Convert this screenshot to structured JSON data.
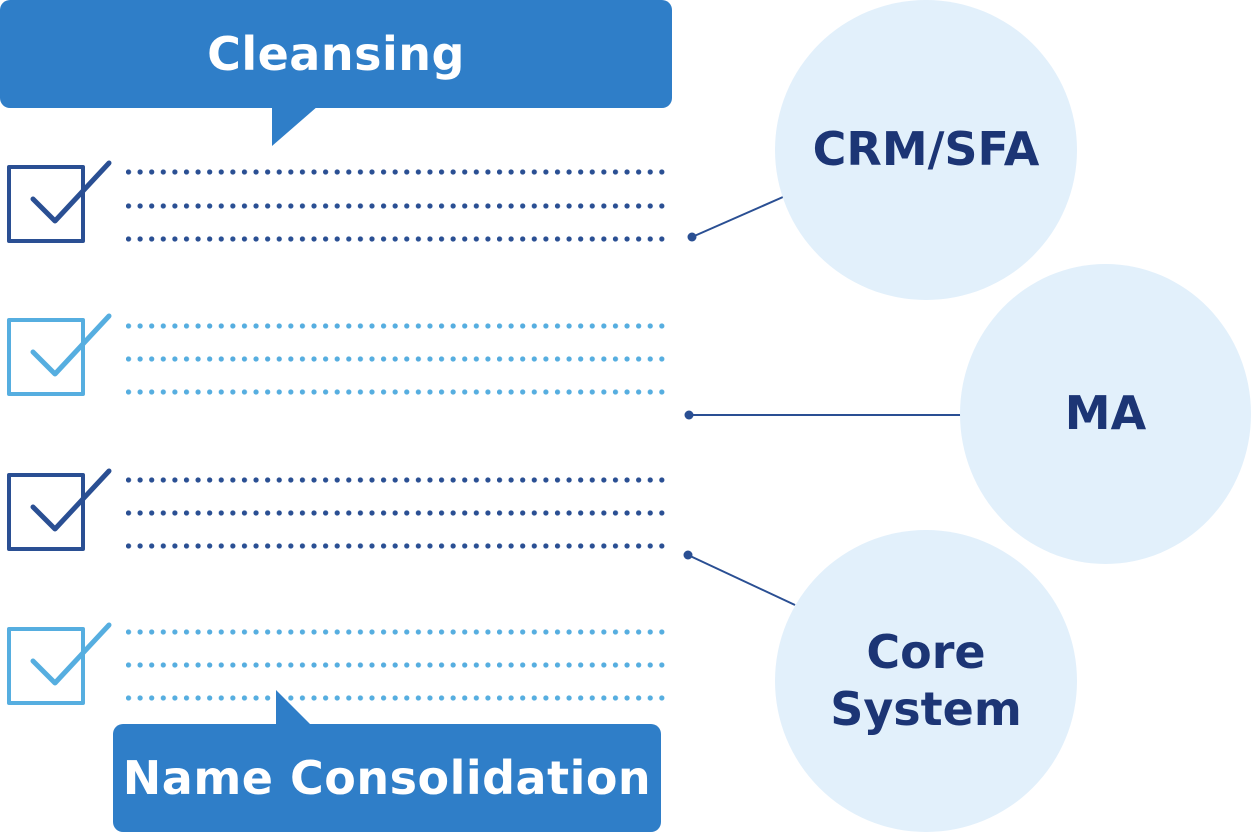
{
  "callouts": {
    "cleansing": "Cleansing",
    "name_consolidation": "Name Consolidation"
  },
  "systems": [
    {
      "label": "CRM/SFA"
    },
    {
      "label": "MA"
    },
    {
      "label": "Core System"
    }
  ],
  "checklist": [
    {
      "checked": true,
      "tone": "dark",
      "lines": 3
    },
    {
      "checked": true,
      "tone": "light",
      "lines": 3
    },
    {
      "checked": true,
      "tone": "dark",
      "lines": 3
    },
    {
      "checked": true,
      "tone": "light",
      "lines": 3
    }
  ],
  "colors": {
    "callout": "#2f7ec8",
    "dark_check": "#2a4f93",
    "light_check": "#56aee0",
    "circle_fill": "#e2f0fb",
    "circle_text": "#1c3575",
    "connector": "#2a4f93"
  }
}
